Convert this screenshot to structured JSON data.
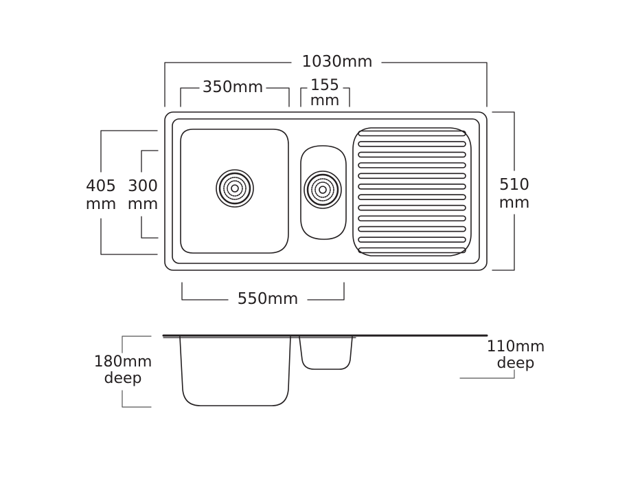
{
  "colors": {
    "line": "#231f20",
    "dim_line": "#231f20",
    "background": "#ffffff"
  },
  "top_view": {
    "overall_width": "1030mm",
    "large_bowl_width": "350mm",
    "small_bowl_width_value": "155",
    "small_bowl_width_unit": "mm",
    "outer_depth_value": "405",
    "outer_depth_unit": "mm",
    "bowl_depth_value": "300",
    "bowl_depth_unit": "mm",
    "overall_depth_value": "510",
    "overall_depth_unit": "mm",
    "bowls_span": "550mm"
  },
  "side_view": {
    "large_bowl_depth_value": "180mm",
    "large_bowl_depth_word": "deep",
    "small_bowl_depth_value": "110mm",
    "small_bowl_depth_word": "deep"
  },
  "parts": {
    "waste_large": "strainer-waste-icon",
    "waste_small": "strainer-waste-icon",
    "drainer_ribs": 12
  }
}
